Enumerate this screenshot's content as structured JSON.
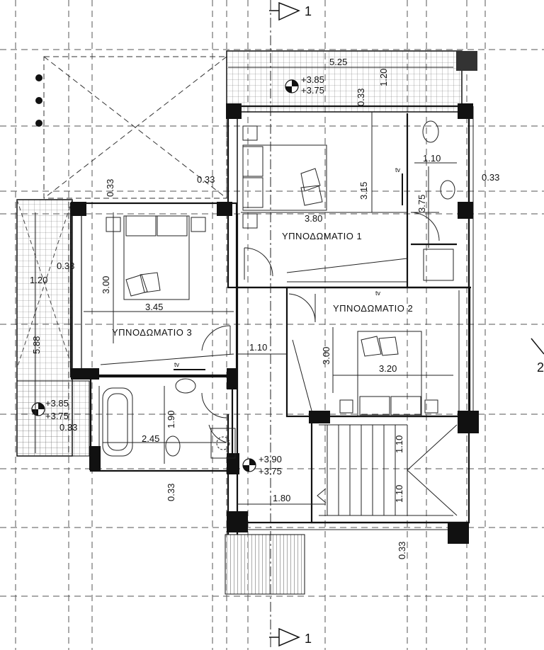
{
  "section_marks": {
    "top": "1",
    "bottom": "1",
    "right": "2"
  },
  "rooms": {
    "bedroom1": "ΥΠΝΟΔΩΜΑΤΙΟ 1",
    "bedroom2": "ΥΠΝΟΔΩΜΑΤΙΟ 2",
    "bedroom3": "ΥΠΝΟΔΩΜΑΤΙΟ 3"
  },
  "dimensions": {
    "d_525": "5.25",
    "d_120_top": "1.20",
    "d_033_top": "0.33",
    "d_033_left_upper": "0.33",
    "d_033_upper_left": "0.33",
    "d_315": "3.15",
    "d_380": "3.80",
    "d_110_bath": "1.10",
    "d_375": "3.75",
    "d_033_right": "0.33",
    "d_033_left_mid": "0.33",
    "d_120_left": "1.20",
    "d_300_b3": "3.00",
    "d_345": "3.45",
    "d_588": "5.88",
    "d_110_hall": "1.10",
    "d_300_b2": "3.00",
    "d_320": "3.20",
    "d_190": "1.90",
    "d_245": "2.45",
    "d_033_bath": "0.33",
    "d_033_bottom_left": "0.33",
    "d_110_stair_a": "1.10",
    "d_110_stair_b": "1.10",
    "d_180": "1.80",
    "d_033_bottom_right": "0.33"
  },
  "levels": {
    "top_balcony": [
      "+3.85",
      "+3.75"
    ],
    "left_balcony": [
      "+3.85",
      "+3.75"
    ],
    "hall": [
      "+3.90",
      "+3.75"
    ]
  },
  "small_labels": {
    "tv1": "tv",
    "tv2": "tv",
    "tv3": "tv"
  }
}
